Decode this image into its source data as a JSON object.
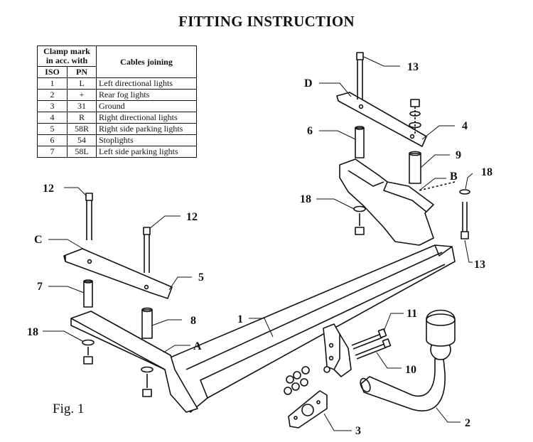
{
  "title": "FITTING INSTRUCTION",
  "table": {
    "header_clamp": "Clamp mark in acc. with",
    "header_cables": "Cables joining",
    "header_iso": "ISO",
    "header_pn": "PN",
    "rows": [
      {
        "iso": "1",
        "pn": "L",
        "cable": "Left directional lights"
      },
      {
        "iso": "2",
        "pn": "+",
        "cable": "Rear fog lights"
      },
      {
        "iso": "3",
        "pn": "31",
        "cable": "Ground"
      },
      {
        "iso": "4",
        "pn": "R",
        "cable": "Right directional lights"
      },
      {
        "iso": "5",
        "pn": "58R",
        "cable": "Right side parking lights"
      },
      {
        "iso": "6",
        "pn": "54",
        "cable": "Stoplights"
      },
      {
        "iso": "7",
        "pn": "58L",
        "cable": "Left side parking lights"
      }
    ]
  },
  "figure_label": "Fig. 1",
  "callouts": {
    "c1": "1",
    "c2": "2",
    "c3": "3",
    "c4": "4",
    "c5": "5",
    "c6": "6",
    "c7": "7",
    "c8": "8",
    "c9": "9",
    "c10": "10",
    "c11": "11",
    "c12a": "12",
    "c12b": "12",
    "c13a": "13",
    "c13b": "13",
    "c18a": "18",
    "c18b": "18",
    "c18c": "18",
    "A": "A",
    "B": "B",
    "C": "C",
    "D": "D"
  }
}
